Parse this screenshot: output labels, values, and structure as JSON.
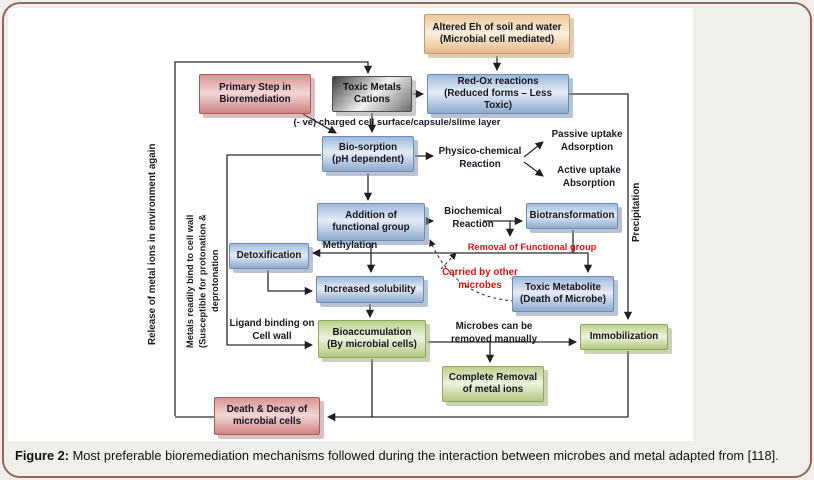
{
  "figure": {
    "caption_label": "Figure 2:",
    "caption_text": "Most preferable bioremediation mechanisms followed during the interaction between microbes and metal adapted from [118].",
    "boxes": {
      "altered_eh": "Altered Eh of soil and water\n(Microbial cell mediated)",
      "primary_step": "Primary Step in\nBioremediation",
      "toxic_metals": "Toxic Metals\nCations",
      "redox": "Red-Ox reactions\n(Reduced forms – Less Toxic)",
      "biosorption": "Bio-sorption\n(pH dependent)",
      "addition": "Addition of\nfunctional group",
      "biotransformation": "Biotransformation",
      "detoxification": "Detoxification",
      "increased_solubility": "Increased solubility",
      "toxic_metabolite": "Toxic Metabolite\n(Death of Microbe)",
      "bioaccumulation": "Bioaccumulation\n(By microbial cells)",
      "immobilization": "Immobilization",
      "complete_removal": "Complete Removal\nof metal ions",
      "death_decay": "Death & Decay of\nmicrobial cells"
    },
    "labels": {
      "neg_charge": "(- ve) charged cell surface/capsule/slime layer",
      "physico": "Physico-chemical\nReaction",
      "passive": "Passive uptake\nAdsorption",
      "active": "Active uptake\nAbsorption",
      "biochemical": "Biochemical\nReaction",
      "removal_fg": "Removal of Functional group",
      "methylation": "Methylation",
      "carried": "Carried by other\nmicrobes",
      "ligand": "Ligand binding on\nCell wall",
      "microbes_removed": "Microbes can be\nremoved manually",
      "release": "Release of metal ions in environment again",
      "metals_bind": "Metals readily bind to cell wall\n(Susceptible for protonation &\ndeprotonation",
      "precipitation": "Precipitation"
    },
    "colors": {
      "frame_border": "#96655a",
      "page_background": "#f1efec",
      "panel_background": "#ffffff",
      "node_blue": "#8ea9cf",
      "node_pink": "#cf8282",
      "node_green": "#b2c880",
      "node_tan": "#e6ba89",
      "node_gray": "#6e6e6e",
      "warning_text": "#e01212",
      "connector": "#2a2a2a"
    }
  }
}
